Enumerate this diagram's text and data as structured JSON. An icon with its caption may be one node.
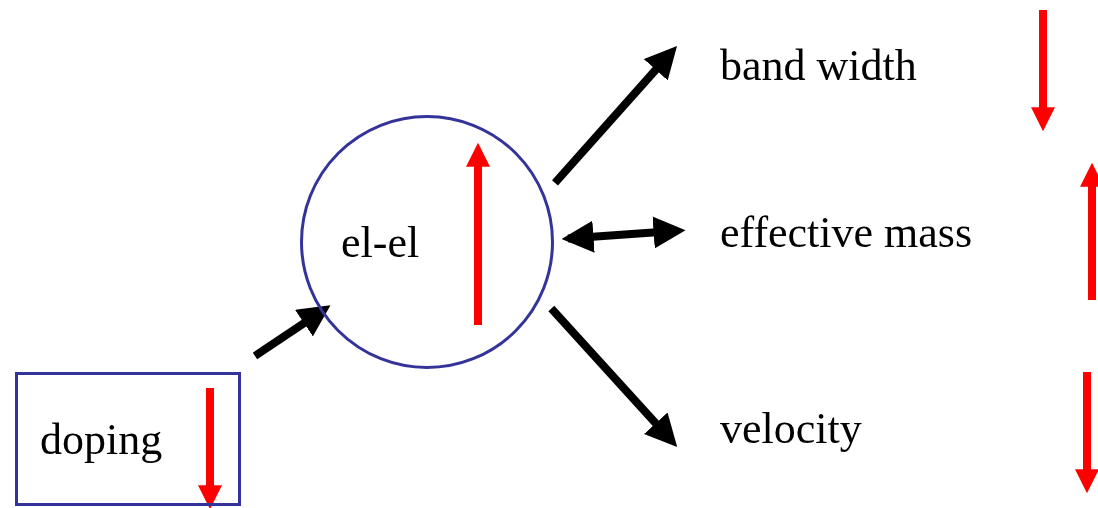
{
  "diagram": {
    "nodes": [
      {
        "text": [
          "doping"
        ]
      },
      {
        "text": [
          "el-el"
        ]
      },
      {
        "text": [
          "band width"
        ]
      },
      {
        "text": [
          "effective mass"
        ]
      },
      {
        "text": [
          "velocity"
        ]
      }
    ],
    "edges": [
      {
        "from": 0,
        "to": 1,
        "arrow": "to"
      },
      {
        "from": 1,
        "to": 2,
        "arrow": "to"
      },
      {
        "from": 1,
        "to": 3,
        "arrow": "both"
      },
      {
        "from": 1,
        "to": 4,
        "arrow": "to"
      }
    ]
  }
}
